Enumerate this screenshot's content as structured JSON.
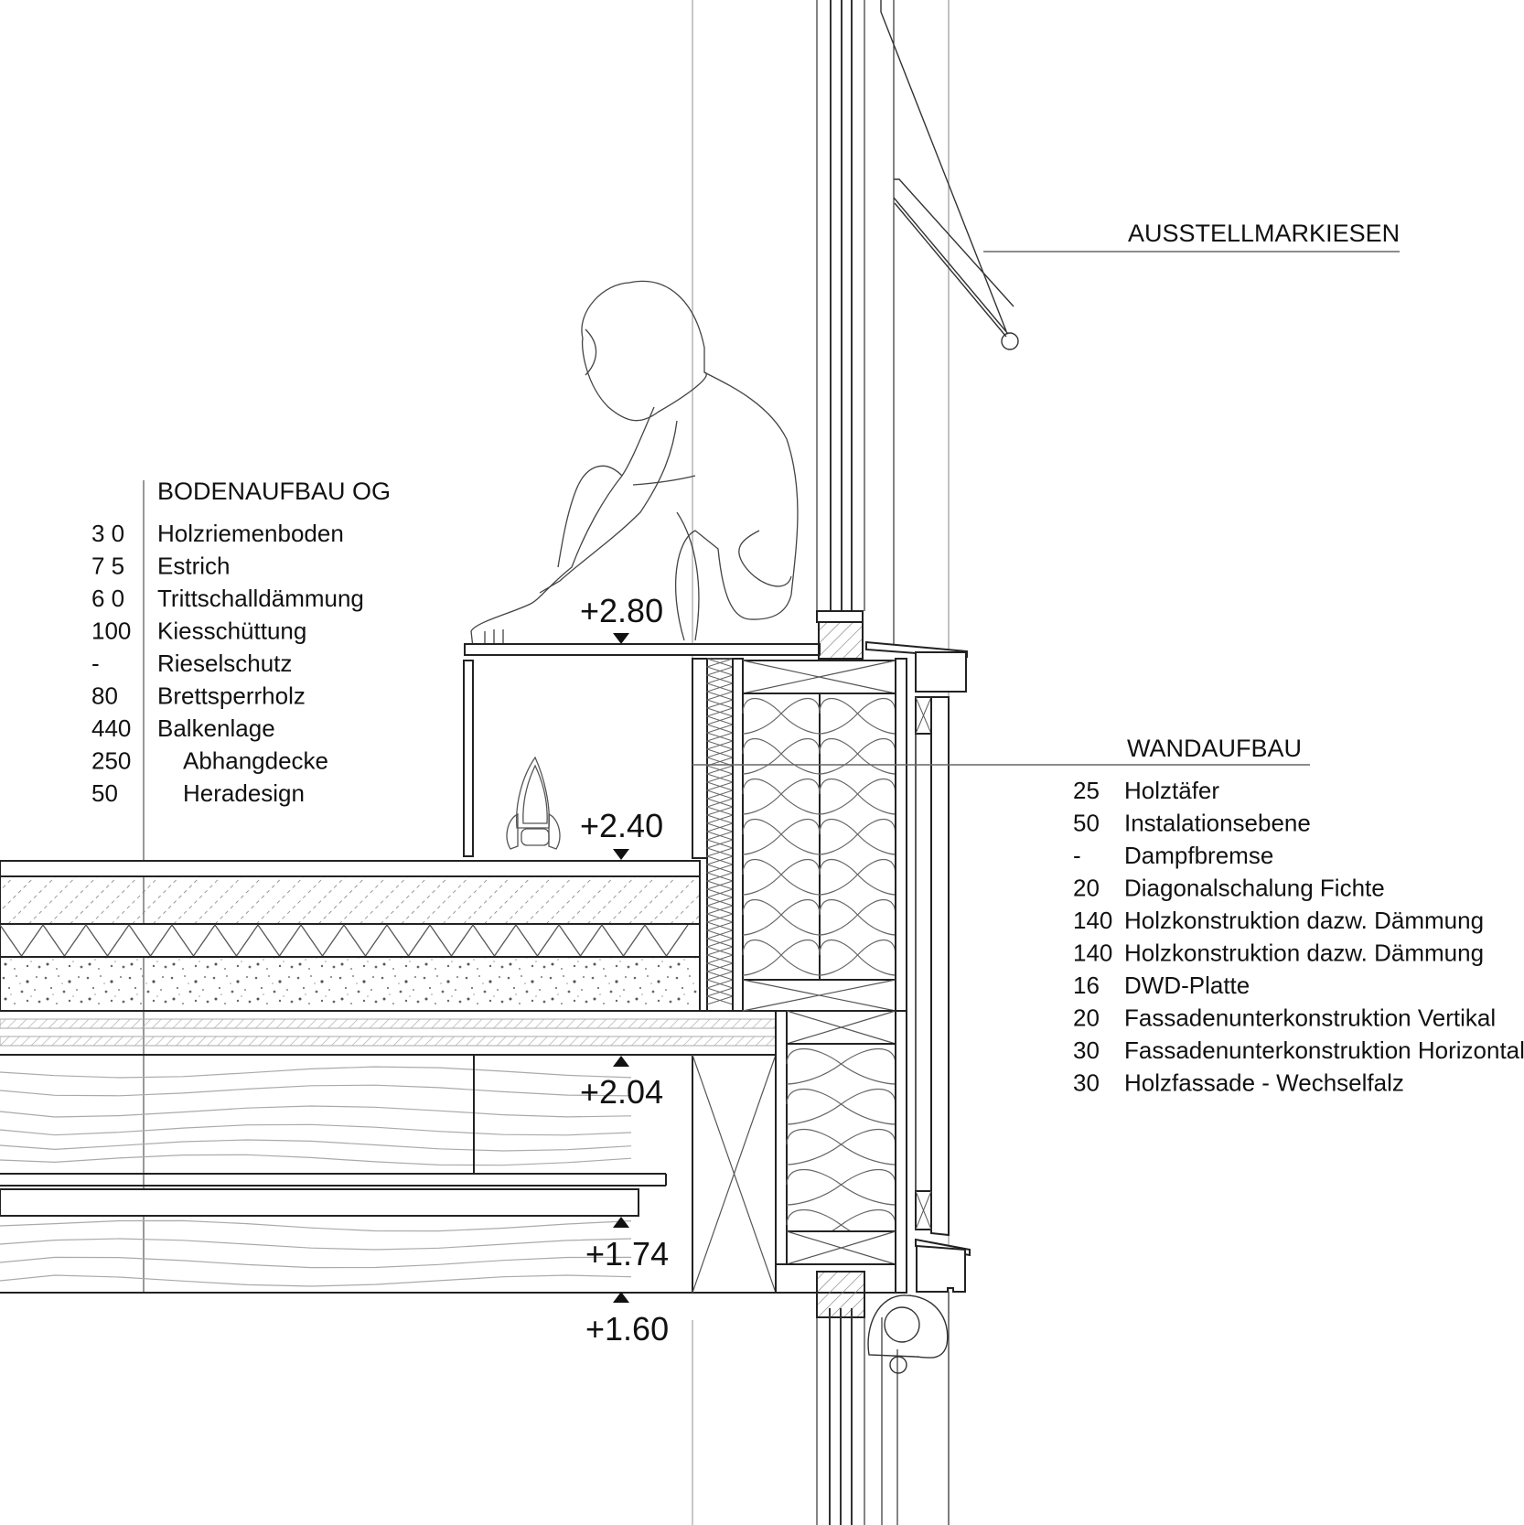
{
  "labels": {
    "awning": "AUSSTELLMARKIESEN",
    "floor_title": "BODENAUFBAU OG",
    "wall_title": "WANDAUFBAU"
  },
  "floor_layers": [
    {
      "thickness": "3 0",
      "name": "Holzriemenboden"
    },
    {
      "thickness": "7 5",
      "name": "Estrich"
    },
    {
      "thickness": "6 0",
      "name": "Trittschalldämmung"
    },
    {
      "thickness": "100",
      "name": "Kiesschüttung"
    },
    {
      "thickness": "-",
      "name": "Rieselschutz"
    },
    {
      "thickness": "80",
      "name": "Brettsperrholz"
    },
    {
      "thickness": "440",
      "name": "Balkenlage"
    },
    {
      "thickness": "250",
      "name": "Abhangdecke"
    },
    {
      "thickness": "50",
      "name": "Heradesign"
    }
  ],
  "wall_layers": [
    {
      "thickness": "25",
      "name": "Holztäfer"
    },
    {
      "thickness": "50",
      "name": "Instalationsebene"
    },
    {
      "thickness": "-",
      "name": "Dampfbremse"
    },
    {
      "thickness": "20",
      "name": "Diagonalschalung Fichte"
    },
    {
      "thickness": "140",
      "name": "Holzkonstruktion dazw. Dämmung"
    },
    {
      "thickness": "140",
      "name": "Holzkonstruktion dazw. Dämmung"
    },
    {
      "thickness": "16",
      "name": "DWD-Platte"
    },
    {
      "thickness": "20",
      "name": "Fassadenunterkonstruktion Vertikal"
    },
    {
      "thickness": "30",
      "name": "Fassadenunterkonstruktion Horizontal"
    },
    {
      "thickness": "30",
      "name": "Holzfassade - Wechselfalz"
    }
  ],
  "levels": {
    "l280": "+2.80",
    "l240": "+2.40",
    "l204": "+2.04",
    "l174": "+1.74",
    "l160": "+1.60"
  },
  "colors": {
    "ink": "#111111",
    "thin": "#555555",
    "hatch": "#9a9a9a",
    "guide": "#bdbdbd"
  }
}
